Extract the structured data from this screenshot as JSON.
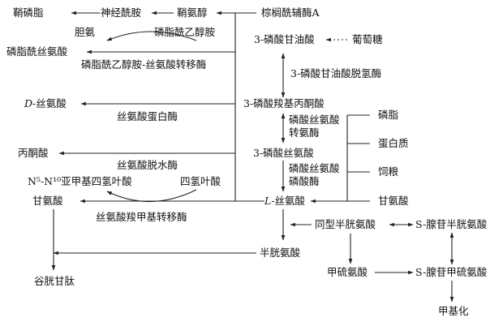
{
  "nodes": {
    "sphingomyelin": "鞘磷脂",
    "ceramide": "神经酰胺",
    "sphingosine": "鞘氨醇",
    "palmitoyl_coa": "棕榈酰辅酶A",
    "choline": "胆氨",
    "phosphatidylethanolamine": "磷脂酰乙醇胺",
    "phosphatidylserine": "磷脂酰丝氨酸",
    "pe_serine_transferase": "磷脂酰乙醇胺-丝氨酸转移酶",
    "g3p": "3-磷酸甘油酸",
    "glucose": "葡萄糖",
    "g3p_dehydrogenase": "3-磷酸甘油酸脱氢酶",
    "d_serine_prefix": "D",
    "d_serine_rest": "-丝氨酸",
    "serine_racemase": "丝氨酸蛋白酶",
    "phosphohydroxypyruvate": "3-磷酸羧基丙酮酸",
    "pss_transaminase_1": "磷酸丝氨酸",
    "pss_transaminase_2": "转氨酶",
    "phospholipid": "磷脂",
    "protein": "蛋白质",
    "feed": "饲粮",
    "pyruvate": "丙酮酸",
    "serine_dehydratase": "丝氨酸脱水酶",
    "phosphoserine": "3-磷酸丝氨酸",
    "pss_phosphatase_1": "磷酸丝氨酸",
    "pss_phosphatase_2": "磷酸酶",
    "methylene_thf": "N⁵-N¹⁰亚甲基四氢叶酸",
    "thf": "四氢叶酸",
    "glycine_left": "甘氨酸",
    "l_serine_prefix": "L",
    "l_serine_rest": "-丝氨酸",
    "glycine_right": "甘氨酸",
    "shmt": "丝氨酸羧甲基转移酶",
    "homocysteine": "同型半胱氨酸",
    "sah": "S-腺苷半胱氨酸",
    "cysteine": "半胱氨酸",
    "glutathione": "谷胱甘肽",
    "methionine": "甲硫氨酸",
    "sam": "S-腺苷甲硫氨酸",
    "methylation": "甲基化"
  }
}
